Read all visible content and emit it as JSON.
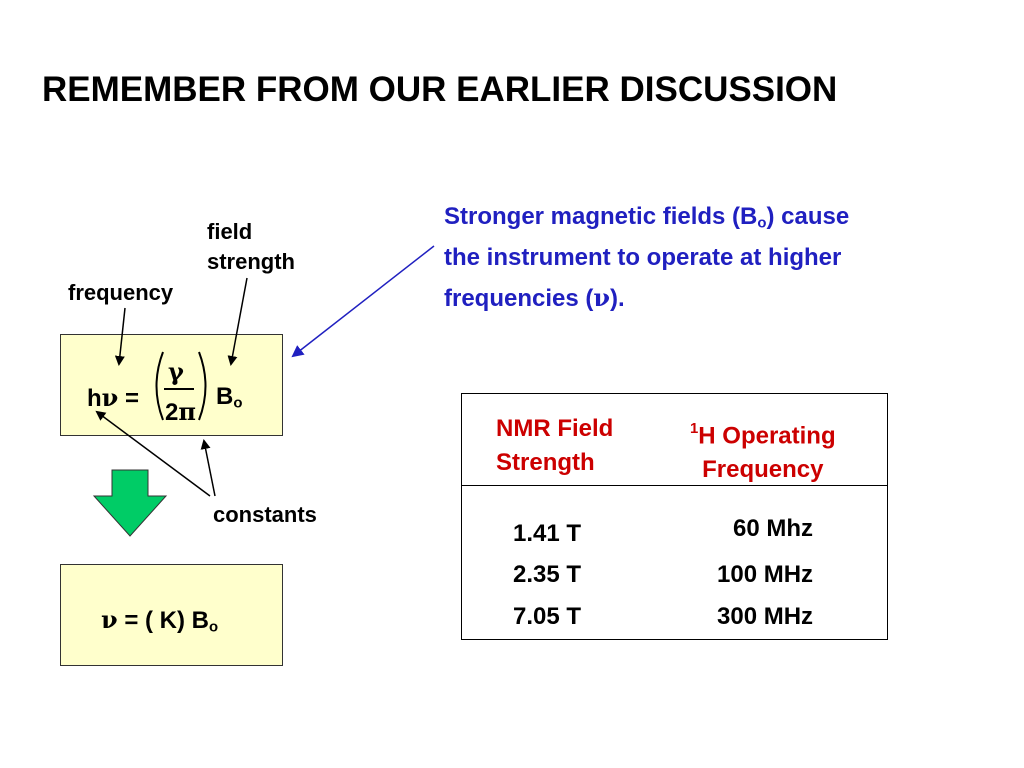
{
  "title": "REMEMBER FROM OUR EARLIER DISCUSSION",
  "labels": {
    "field_line1": "field",
    "field_line2": "strength",
    "frequency": "frequency",
    "constants": "constants"
  },
  "equation1": {
    "h": "h",
    "nu": "ν",
    "equals": " =",
    "gamma": "γ",
    "two": "2",
    "pi": "π",
    "b": "B",
    "sub": "o"
  },
  "equation2": {
    "nu": "ν",
    "middle": " = ( K) B",
    "sub": "o"
  },
  "note": {
    "line1_a": "Stronger magnetic fields (B",
    "line1_sub": "o",
    "line1_b": ") cause",
    "line2": "the instrument to operate at higher",
    "line3_a": "frequencies (",
    "line3_nu": "ν",
    "line3_b": ")."
  },
  "table": {
    "headers": {
      "col1_line1": "NMR Field",
      "col1_line2": "Strength",
      "col2_sup": "1",
      "col2_line1": "H Operating",
      "col2_line2": "Frequency"
    },
    "rows": [
      {
        "field": "1.41 T",
        "freq": "60 Mhz"
      },
      {
        "field": "2.35 T",
        "freq": "100 MHz"
      },
      {
        "field": "7.05 T",
        "freq": "300 MHz"
      }
    ]
  },
  "colors": {
    "note_text": "#2020c0",
    "table_header": "#cc0000",
    "box_fill": "#ffffcc",
    "down_arrow": "#00cc66"
  }
}
